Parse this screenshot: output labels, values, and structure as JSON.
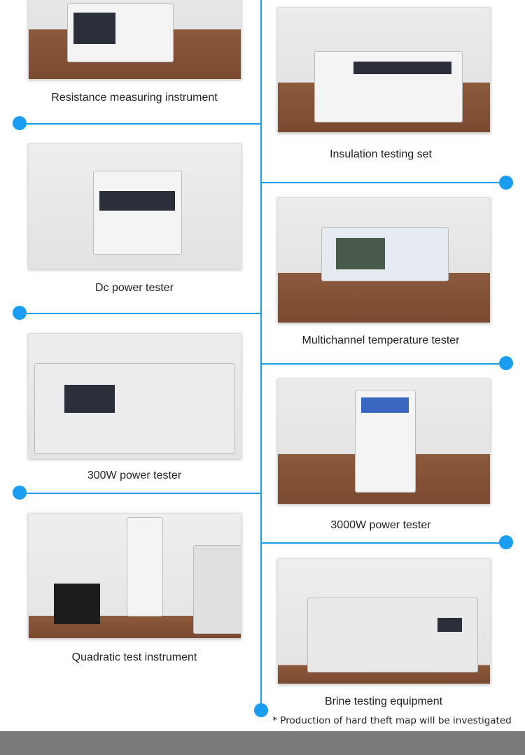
{
  "accent_color": "#1a9cf0",
  "items": [
    {
      "caption": "Resistance measuring instrument",
      "side": "left"
    },
    {
      "caption": "Insulation testing set",
      "side": "right"
    },
    {
      "caption": "Dc power tester",
      "side": "left"
    },
    {
      "caption": "Multichannel temperature tester",
      "side": "right"
    },
    {
      "caption": "300W power tester",
      "side": "left"
    },
    {
      "caption": "3000W power tester",
      "side": "right"
    },
    {
      "caption": "Quadratic test instrument",
      "side": "left"
    },
    {
      "caption": "Brine testing equipment",
      "side": "right"
    }
  ],
  "note": "* Production of hard theft map will be investigated"
}
